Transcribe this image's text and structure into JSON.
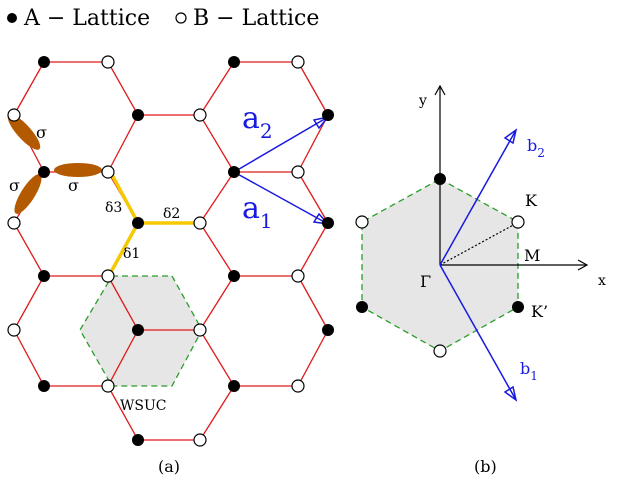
{
  "colors": {
    "lattice_bond": "#e01a1a",
    "lattice_vector": "#1a1ae0",
    "nearest_neighbor_vector": "#f5c800",
    "sigma_orbital": "#b35900",
    "unit_cell_fill": "#e6e6e6",
    "unit_cell_border": "#2a9d2a",
    "site_fill_a": "#000000",
    "site_fill_b": "#ffffff"
  },
  "legend": {
    "a_label": "A − Lattice",
    "b_label": "B − Lattice"
  },
  "panel_a": {
    "caption": "(a)",
    "sigma": [
      "σ",
      "σ",
      "σ"
    ],
    "delta": [
      "δ3",
      "δ2",
      "δ1"
    ],
    "a1_base": "a",
    "a1_sub": "1",
    "a2_base": "a",
    "a2_sub": "2",
    "wsuc_label": "WSUC"
  },
  "panel_b": {
    "caption": "(b)",
    "x_label": "x",
    "y_label": "y",
    "b1_base": "b",
    "b1_sub": "1",
    "b2_base": "b",
    "b2_sub": "2",
    "K": "K",
    "K_prime": "K’",
    "M": "M",
    "Gamma": "Γ"
  }
}
